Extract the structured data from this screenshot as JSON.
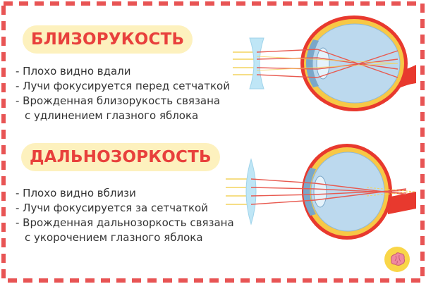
{
  "sections": [
    {
      "title": "БЛИЗОРУКОСТЬ",
      "points": [
        "- Плохо видно вдали",
        "- Лучи фокусируется перед сетчаткой",
        "- Врожденная близорукость связана",
        "с удлинением глазного яблока"
      ]
    },
    {
      "title": "ДАЛЬНОЗОРКОСТЬ",
      "points": [
        "- Плохо видно вблизи",
        "- Лучи фокусируется за сетчаткой",
        "- Врожденная дальнозоркость связана",
        "с укорочением глазного яблока"
      ]
    }
  ],
  "colors": {
    "border_dash": "#e85454",
    "title_text": "#e8403c",
    "title_highlight": "#fdf1be",
    "lens_fill": "#bfe6f6",
    "eyeball_fill": "#bcd9ee",
    "sclera_ring": "#e8392e",
    "choroid_ring": "#f7c846",
    "ray_red": "#e85a50",
    "ray_yellow": "#f4d35e"
  },
  "icons": {
    "myopia_lens": "concave-lens-icon",
    "hyperopia_lens": "convex-lens-icon",
    "logo": "brain-logo-icon"
  }
}
